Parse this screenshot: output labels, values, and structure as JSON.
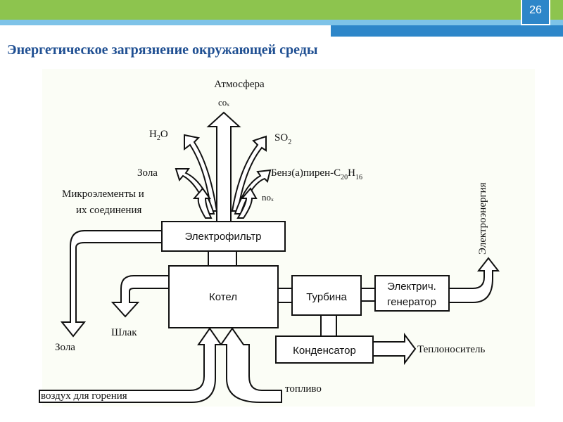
{
  "slide": {
    "number": "26",
    "title": "Энергетическое загрязнение окружающей среды"
  },
  "boxes": {
    "electrofilter": "Электрофильтр",
    "boiler": "Котел",
    "turbine": "Турбина",
    "generator_line1": "Электрич.",
    "generator_line2": "генератор",
    "condenser": "Конденсатор"
  },
  "emissions": {
    "atmosphere": "Атмосфера",
    "cox": "coₓ",
    "h2o_main": "H",
    "h2o_sub": "2",
    "h2o_tail": "O",
    "so2_main": "SO",
    "so2_sub": "2",
    "ash": "Зола",
    "benz_main": "Бенз(а)пирен-С",
    "benz_sub1": "20",
    "benz_mid": "H",
    "benz_sub2": "16",
    "microelements_line1": "Микроэлементы и",
    "microelements_line2": "их соединения",
    "nox": "noₓ"
  },
  "outputs": {
    "ash_left": "Зола",
    "slag": "Шлак",
    "electricity": "Электроэнергия",
    "heat_carrier": "Теплоноситель",
    "combustion_air": "воздух для горения",
    "fuel": "топливо"
  }
}
